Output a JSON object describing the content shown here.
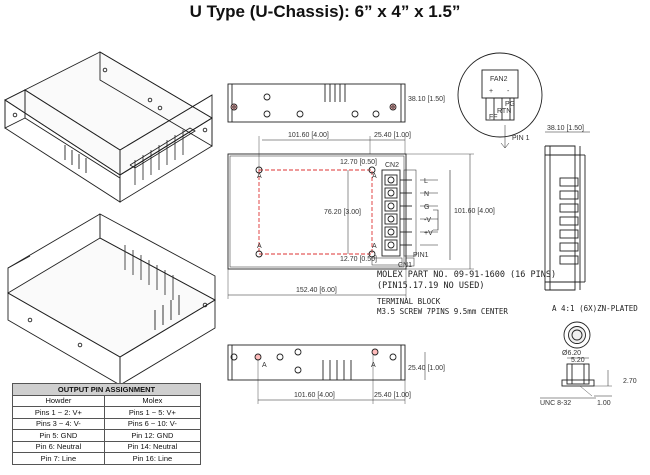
{
  "title": "U Type (U-Chassis): 6” x 4” x 1.5”",
  "labels": {
    "fan2": "FAN2",
    "fan_plus": "+",
    "fan_minus": "-",
    "pg": "PG",
    "rtn": "RTN",
    "ff": "FF",
    "pin1": "PIN 1",
    "cn2": "CN2",
    "cn1": "CN1",
    "pin1_small": "PIN1",
    "a": "A",
    "molex_line1": "MOLEX PART NO. 09-91-1600 (16 PINS)",
    "molex_line2": "(PIN15.17.19 NO USED)",
    "terminal_line1": "TERMINAL BLOCK",
    "terminal_line2": "M3.5 SCREW 7PINS 9.5mm CENTER",
    "detail": "A 4:1 (6X)ZN-PLATED",
    "unc": "UNC 8-32",
    "terminal_letters": [
      "L",
      "N",
      "G",
      "-V",
      "+V"
    ]
  },
  "dimensions": {
    "top_height": "38.10 [1.50]",
    "side_height": "38.10 [1.50]",
    "width_4": "101.60 [4.00]",
    "offset_1": "25.40 [1.00]",
    "hole_top": "12.70 [0.50]",
    "hole_mid": "76.20 [3.00]",
    "hole_bottom": "12.70 [0.50]",
    "depth_4": "101.60 [4.00]",
    "length_6": "152.40 [6.00]",
    "bottom_height": "25.40 [1.00]",
    "bottom_width": "101.60 [4.00]",
    "bottom_offset": "25.40 [1.00]",
    "dia": "Ø6.20",
    "w520": "5.20",
    "h270": "2.70",
    "h100": "1.00"
  },
  "pin_table": {
    "caption": "OUTPUT PIN ASSIGNMENT",
    "headers": [
      "Howder",
      "Molex"
    ],
    "rows": [
      [
        "Pins 1 ~ 2: V+",
        "Pins 1 ~ 5: V+"
      ],
      [
        "Pins 3 ~ 4: V-",
        "Pins 6 ~ 10: V-"
      ],
      [
        "Pin 5: GND",
        "Pin 12: GND"
      ],
      [
        "Pin 6: Neutral",
        "Pin 14: Neutral"
      ],
      [
        "Pin 7: Line",
        "Pin 16: Line"
      ]
    ]
  }
}
